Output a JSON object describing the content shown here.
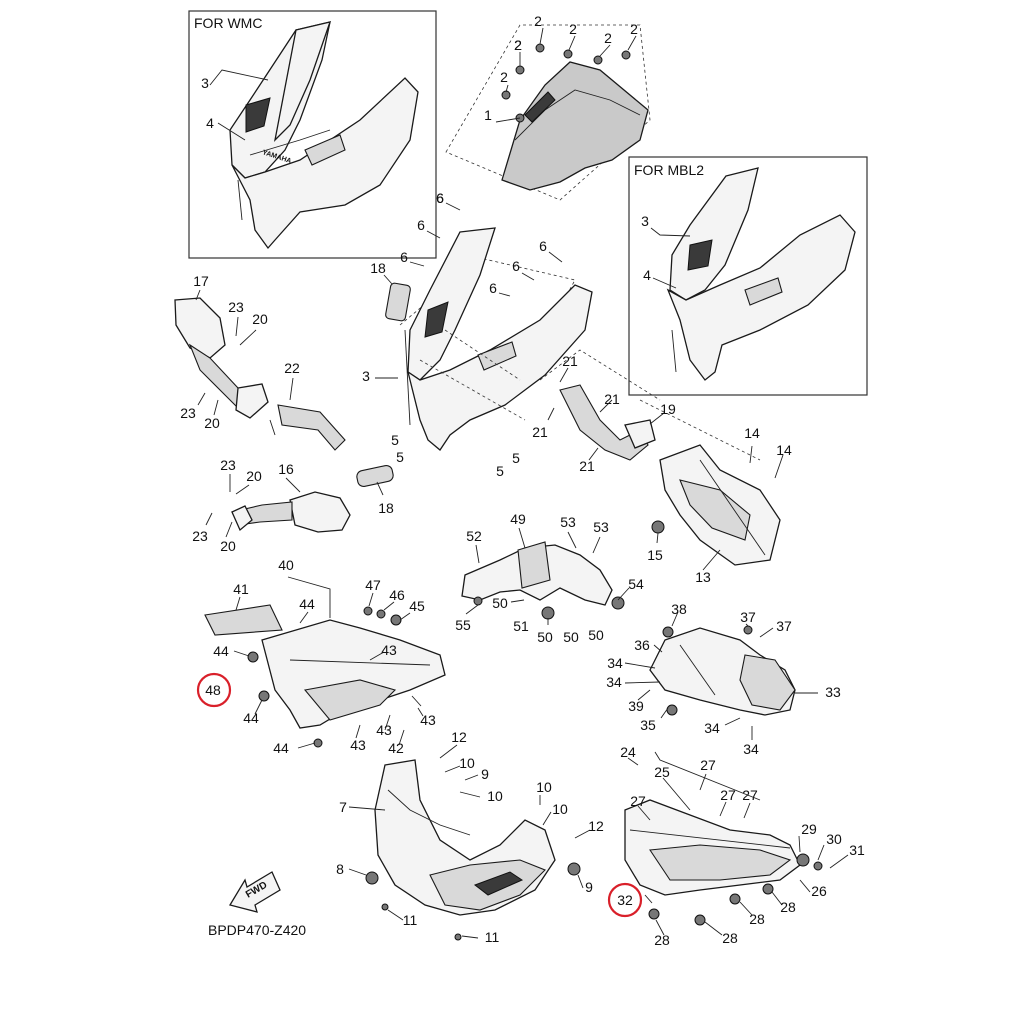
{
  "diagram": {
    "boxes": {
      "wmc": {
        "title": "FOR WMC"
      },
      "mbl2": {
        "title": "FOR MBL2"
      }
    },
    "drawing_code": "BPDP470-Z420",
    "fwd_arrow_label": "FWD",
    "logo_text": "YAMAHA",
    "callouts": [
      {
        "label": "3"
      },
      {
        "label": "4"
      },
      {
        "label": "2"
      },
      {
        "label": "2"
      },
      {
        "label": "2"
      },
      {
        "label": "2"
      },
      {
        "label": "2"
      },
      {
        "label": "2"
      },
      {
        "label": "2"
      },
      {
        "label": "1"
      },
      {
        "label": "3"
      },
      {
        "label": "4"
      },
      {
        "label": "6"
      },
      {
        "label": "6"
      },
      {
        "label": "6"
      },
      {
        "label": "6"
      },
      {
        "label": "6"
      },
      {
        "label": "6"
      },
      {
        "label": "6"
      },
      {
        "label": "18"
      },
      {
        "label": "3"
      },
      {
        "label": "5"
      },
      {
        "label": "5"
      },
      {
        "label": "5"
      },
      {
        "label": "5"
      },
      {
        "label": "17"
      },
      {
        "label": "23"
      },
      {
        "label": "20"
      },
      {
        "label": "23"
      },
      {
        "label": "20"
      },
      {
        "label": "22"
      },
      {
        "label": "23"
      },
      {
        "label": "20"
      },
      {
        "label": "16"
      },
      {
        "label": "23"
      },
      {
        "label": "20"
      },
      {
        "label": "18"
      },
      {
        "label": "21"
      },
      {
        "label": "21"
      },
      {
        "label": "21"
      },
      {
        "label": "21"
      },
      {
        "label": "19"
      },
      {
        "label": "14"
      },
      {
        "label": "14"
      },
      {
        "label": "15"
      },
      {
        "label": "13"
      },
      {
        "label": "52"
      },
      {
        "label": "49"
      },
      {
        "label": "53"
      },
      {
        "label": "53"
      },
      {
        "label": "54"
      },
      {
        "label": "50"
      },
      {
        "label": "55"
      },
      {
        "label": "51"
      },
      {
        "label": "50"
      },
      {
        "label": "50"
      },
      {
        "label": "50"
      },
      {
        "label": "40"
      },
      {
        "label": "41"
      },
      {
        "label": "44"
      },
      {
        "label": "47"
      },
      {
        "label": "46"
      },
      {
        "label": "45"
      },
      {
        "label": "44"
      },
      {
        "label": "43"
      },
      {
        "label": "48"
      },
      {
        "label": "44"
      },
      {
        "label": "43"
      },
      {
        "label": "43"
      },
      {
        "label": "43"
      },
      {
        "label": "42"
      },
      {
        "label": "44"
      },
      {
        "label": "38"
      },
      {
        "label": "37"
      },
      {
        "label": "37"
      },
      {
        "label": "36"
      },
      {
        "label": "34"
      },
      {
        "label": "34"
      },
      {
        "label": "39"
      },
      {
        "label": "35"
      },
      {
        "label": "33"
      },
      {
        "label": "34"
      },
      {
        "label": "34"
      },
      {
        "label": "12"
      },
      {
        "label": "10"
      },
      {
        "label": "9"
      },
      {
        "label": "10"
      },
      {
        "label": "7"
      },
      {
        "label": "10"
      },
      {
        "label": "10"
      },
      {
        "label": "12"
      },
      {
        "label": "8"
      },
      {
        "label": "9"
      },
      {
        "label": "11"
      },
      {
        "label": "11"
      },
      {
        "label": "24"
      },
      {
        "label": "25"
      },
      {
        "label": "27"
      },
      {
        "label": "27"
      },
      {
        "label": "27"
      },
      {
        "label": "27"
      },
      {
        "label": "29"
      },
      {
        "label": "30"
      },
      {
        "label": "31"
      },
      {
        "label": "26"
      },
      {
        "label": "32"
      },
      {
        "label": "28"
      },
      {
        "label": "28"
      },
      {
        "label": "28"
      },
      {
        "label": "28"
      }
    ]
  }
}
